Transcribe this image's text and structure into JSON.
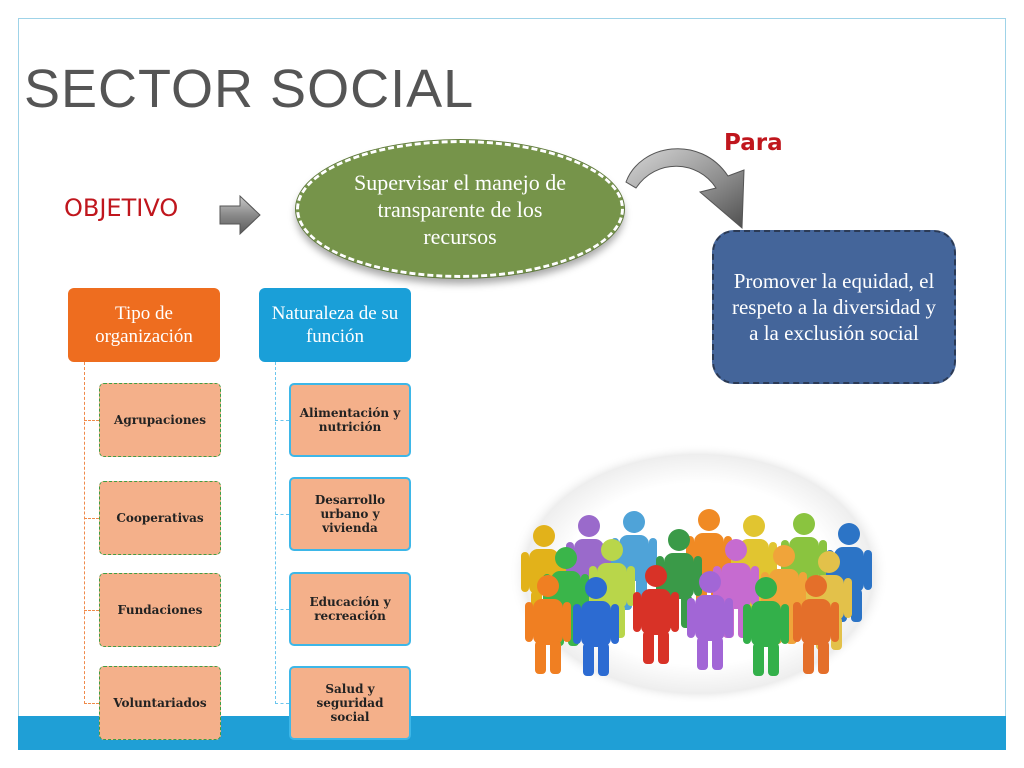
{
  "slide": {
    "title": "SECTOR SOCIAL",
    "objective_label": "OBJETIVO",
    "objective_text": "Supervisar el manejo de transparente de los recursos",
    "para_label": "Para",
    "goal_text": "Promover la equidad, el respeto a la diversidad y a la exclusión social"
  },
  "organization": {
    "header": "Tipo de organización",
    "items": [
      "Agrupaciones",
      "Cooperativas",
      "Fundaciones",
      "Voluntariados"
    ]
  },
  "function": {
    "header": "Naturaleza de su función",
    "items": [
      "Alimentación y nutrición",
      "Desarrollo urbano y vivienda",
      "Educación y recreación",
      "Salud y seguridad social"
    ]
  },
  "colors": {
    "accent_red": "#c0161d",
    "objective_green": "#76944a",
    "goal_blue": "#44659a",
    "orange": "#ee6d1f",
    "blue": "#1a9fd8",
    "item_fill": "#f4b08a",
    "bar_blue": "#1f9fd6"
  },
  "icons": [
    "arrow-right-icon",
    "curved-arrow-icon",
    "people-crowd-icon"
  ]
}
